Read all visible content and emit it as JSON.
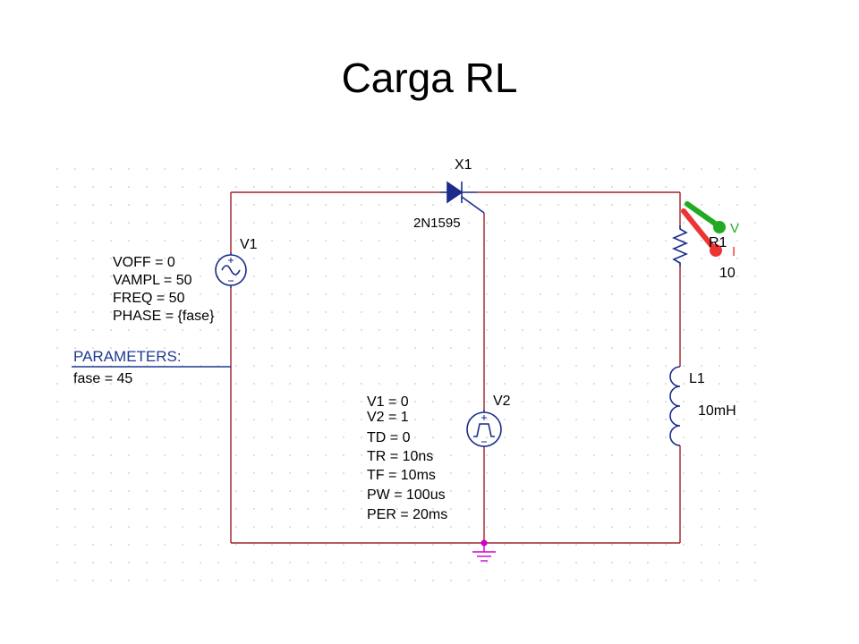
{
  "slide": {
    "title": "Carga RL"
  },
  "colors": {
    "wire": "#a0202a",
    "component": "#1a2b8a",
    "ground": "#cc00cc",
    "probe_v": "#22aa22",
    "probe_i": "#ee3333",
    "params_line": "#1f3a93"
  },
  "components": {
    "thyristor": {
      "ref": "X1",
      "model": "2N1595"
    },
    "source_sin": {
      "ref": "V1",
      "lines": [
        "VOFF = 0",
        "VAMPL = 50",
        "FREQ = 50",
        "PHASE = {fase}"
      ]
    },
    "parameters": {
      "header": "PARAMETERS:",
      "value": "fase = 45"
    },
    "source_pulse": {
      "ref": "V2",
      "lines": [
        "V1 = 0",
        "V2 = 1",
        "TD = 0",
        "TR = 10ns",
        "TF = 10ms",
        "PW = 100us",
        "PER = 20ms"
      ]
    },
    "resistor": {
      "ref": "R1",
      "value": "10"
    },
    "inductor": {
      "ref": "L1",
      "value": "10mH"
    },
    "probes": {
      "voltage": "V",
      "current": "I"
    }
  }
}
